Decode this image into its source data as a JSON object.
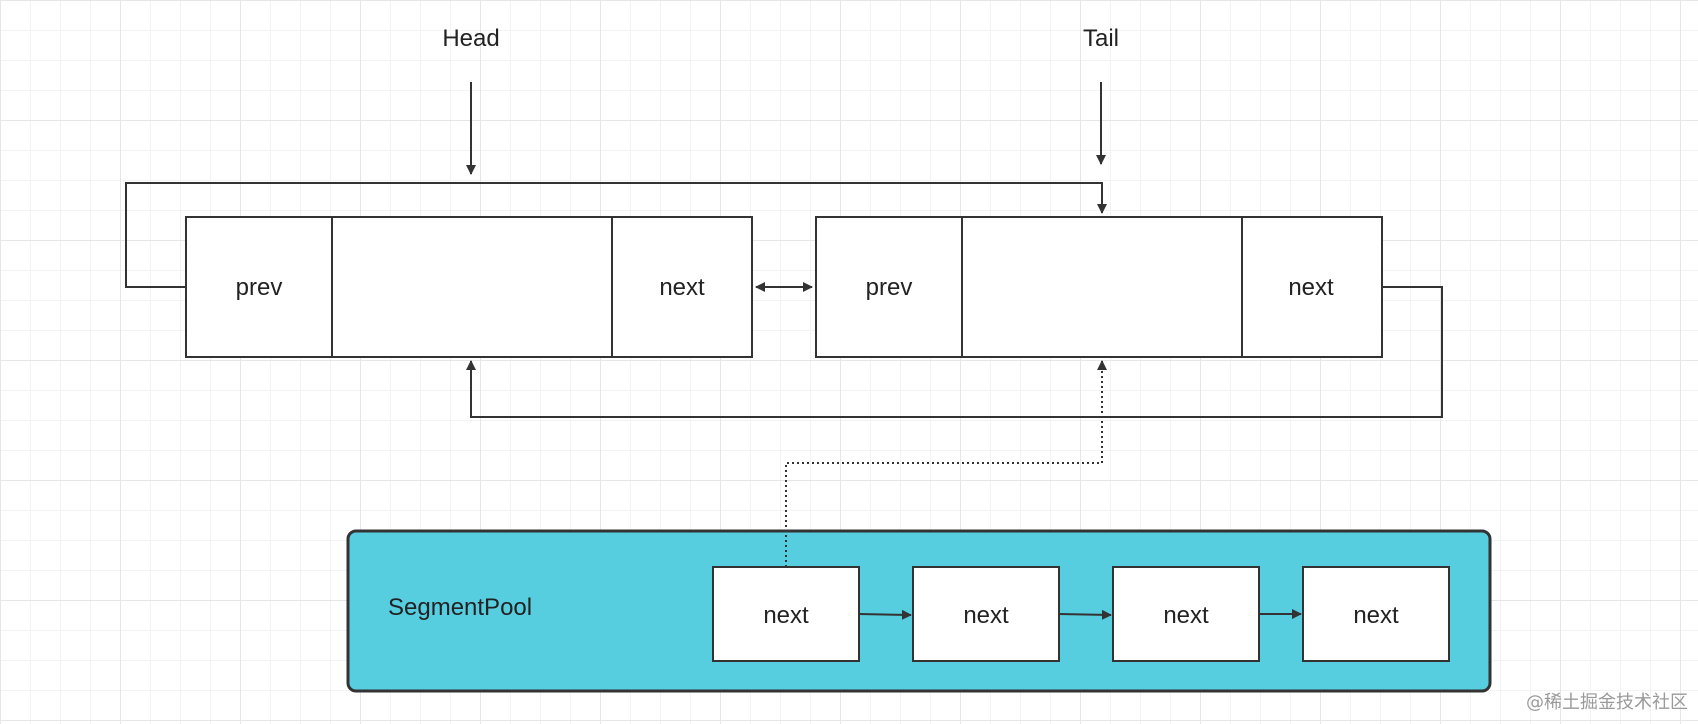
{
  "diagram": {
    "pointers": {
      "head": "Head",
      "tail": "Tail"
    },
    "segments": [
      {
        "prev": "prev",
        "next": "next"
      },
      {
        "prev": "prev",
        "next": "next"
      }
    ],
    "pool": {
      "label": "SegmentPool",
      "fill_color": "#57cee0",
      "nodes": [
        "next",
        "next",
        "next",
        "next"
      ]
    }
  },
  "watermark": "@稀土掘金技术社区"
}
